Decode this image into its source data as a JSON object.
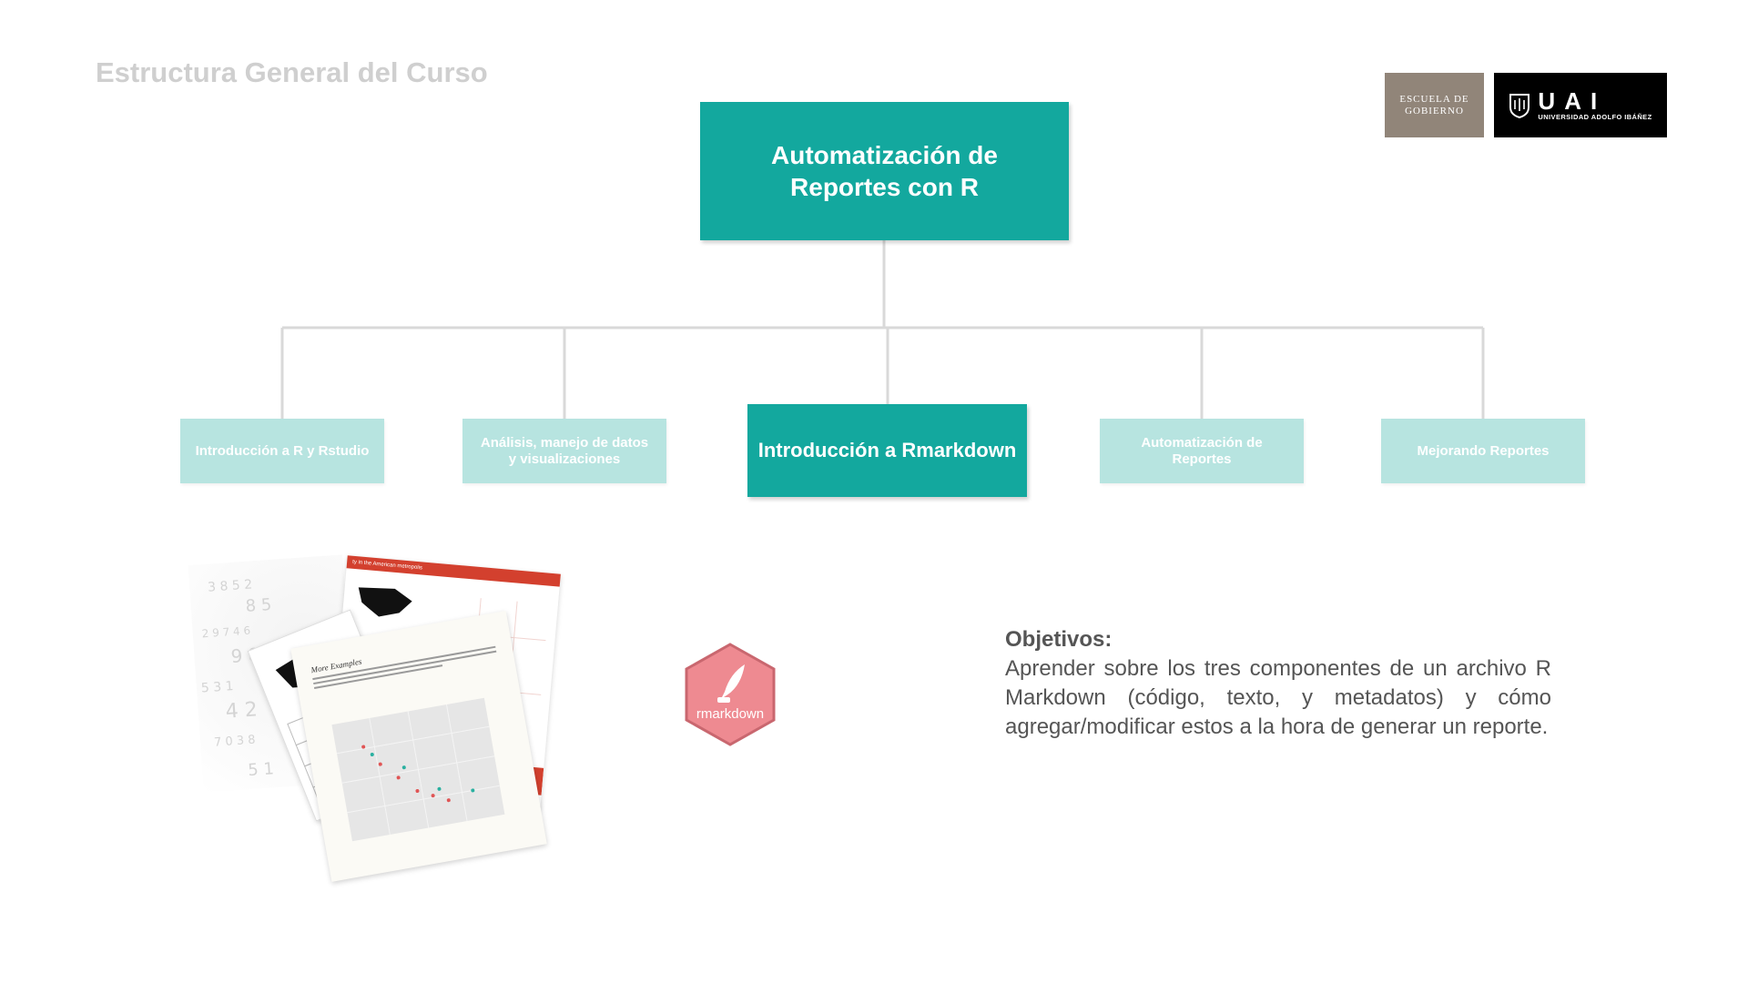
{
  "slide": {
    "title": "Estructura General del Curso"
  },
  "logos": {
    "escuela_line1": "ESCUELA DE",
    "escuela_line2": "GOBIERNO",
    "uai_letters": "UAI",
    "uai_sub": "UNIVERSIDAD ADOLFO IBÁÑEZ"
  },
  "tree": {
    "root": "Automatización de Reportes con R",
    "children": [
      {
        "label": "Introducción a R y Rstudio",
        "state": "inactive"
      },
      {
        "label": "Análisis, manejo de datos y visualizaciones",
        "state": "inactive"
      },
      {
        "label": "Introducción a Rmarkdown",
        "state": "active"
      },
      {
        "label": "Automatización de Reportes",
        "state": "inactive"
      },
      {
        "label": "Mejorando Reportes",
        "state": "inactive"
      }
    ],
    "colors": {
      "active": "#13a89e",
      "inactive": "#b7e4e0",
      "connector": "#d9d9d9"
    }
  },
  "collage": {
    "back_header": "ty in the American metropolis",
    "front_heading": "More Examples"
  },
  "rmarkdown_logo": {
    "label": "rmarkdown",
    "color": "#ee8a91"
  },
  "objectives": {
    "heading": "Objetivos:",
    "text": "Aprender sobre los tres componentes de un archivo R Markdown (código, texto, y metadatos) y cómo agregar/modificar estos a la hora de generar un reporte."
  }
}
